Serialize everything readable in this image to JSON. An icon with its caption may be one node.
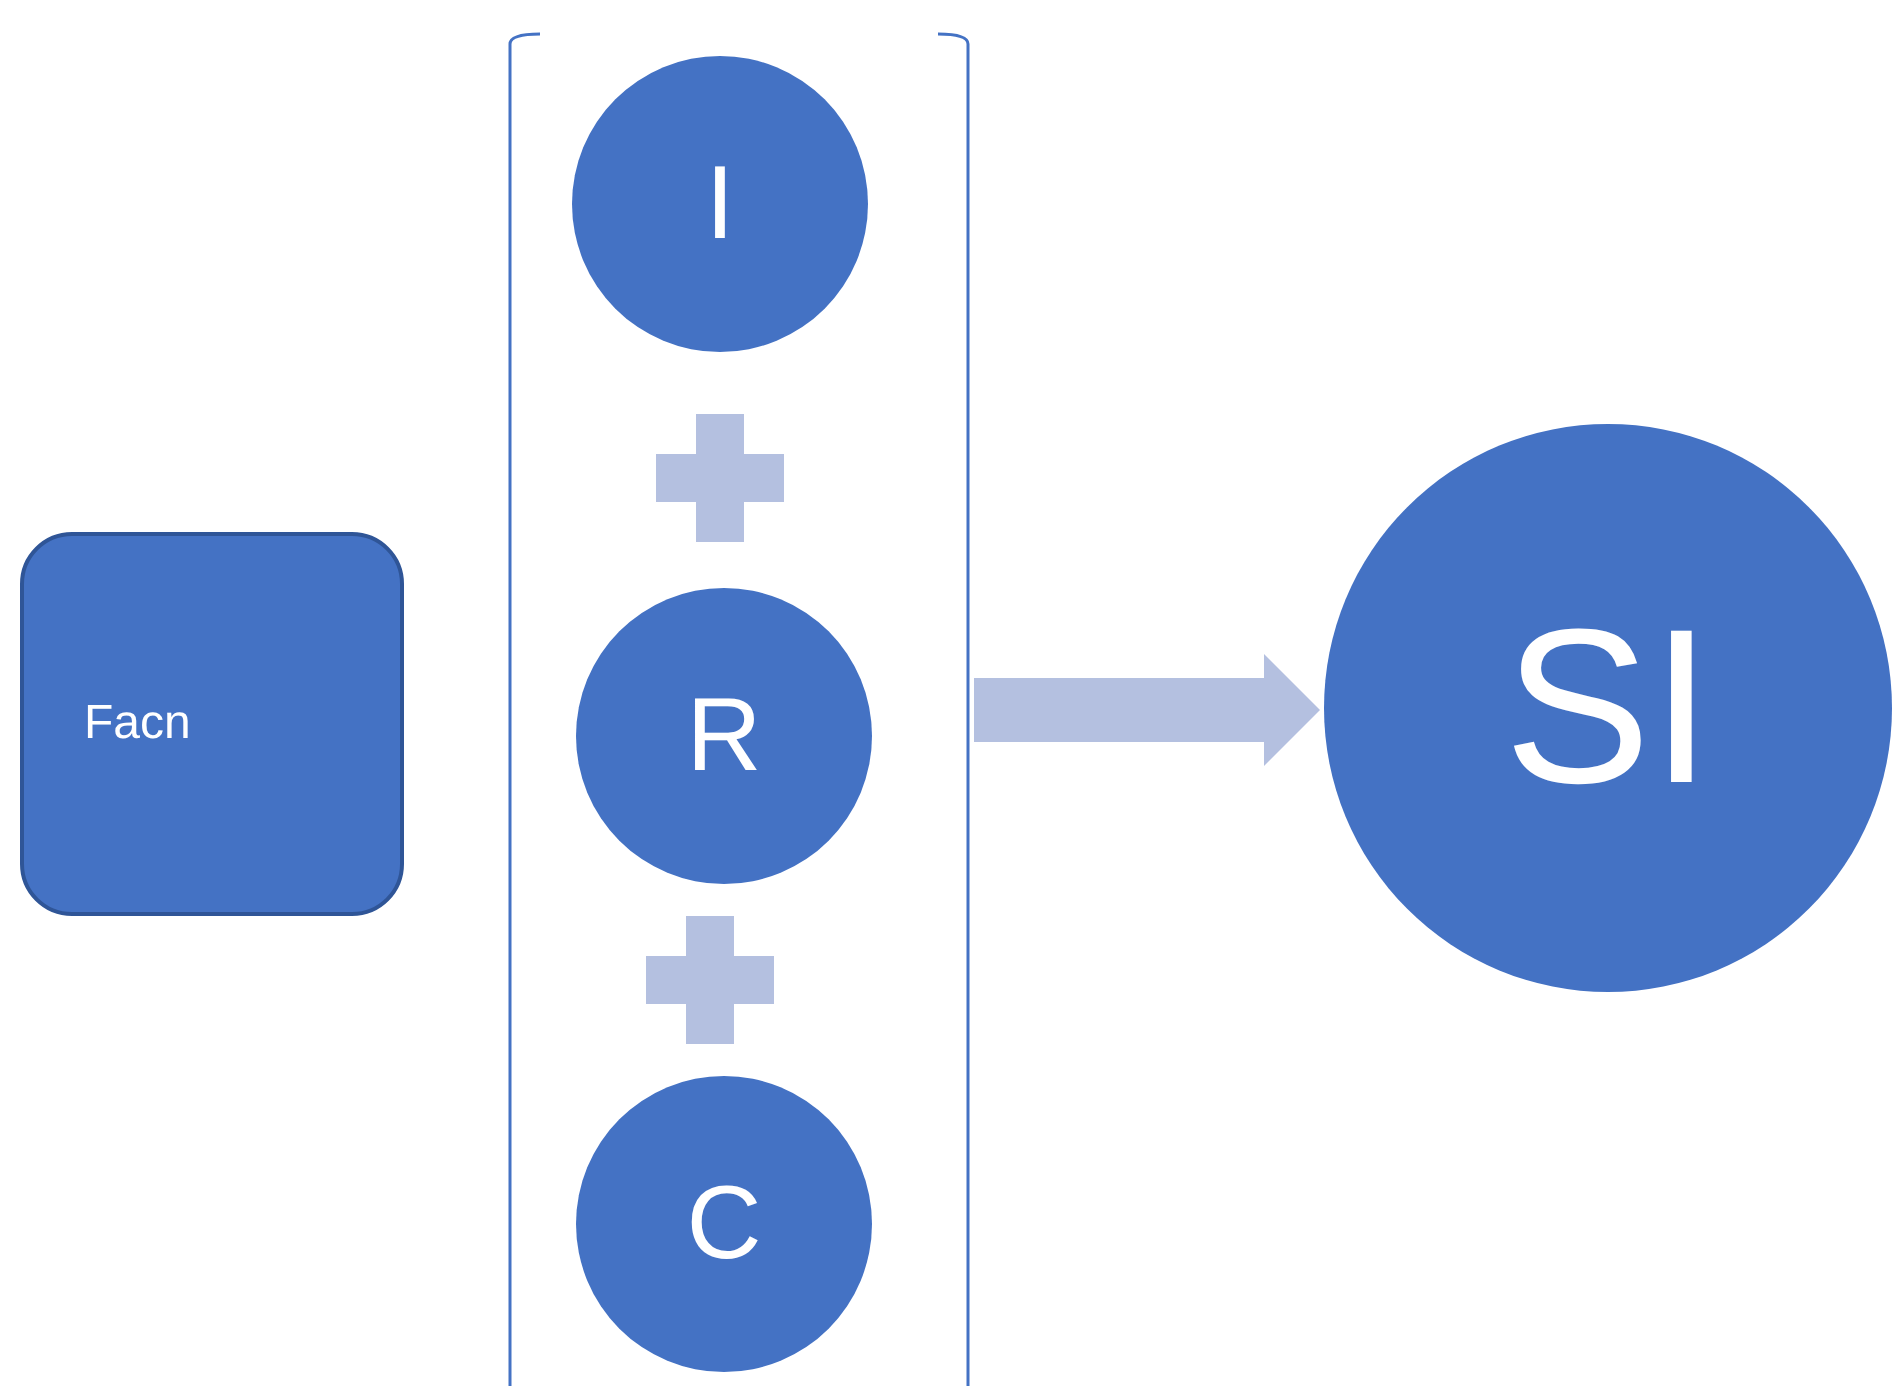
{
  "diagram": {
    "nodes": [
      {
        "text": [
          "Facn"
        ]
      },
      {
        "text": [],
        "shape": "bracket"
      },
      {
        "text": [
          "I"
        ],
        "in": 1
      },
      {
        "text": [
          "R"
        ],
        "in": 1
      },
      {
        "text": [
          "C"
        ],
        "in": 1
      },
      {
        "text": [
          "SI"
        ]
      }
    ],
    "edges": [
      {
        "from": 1,
        "to": 5,
        "arrow": "to"
      }
    ]
  }
}
